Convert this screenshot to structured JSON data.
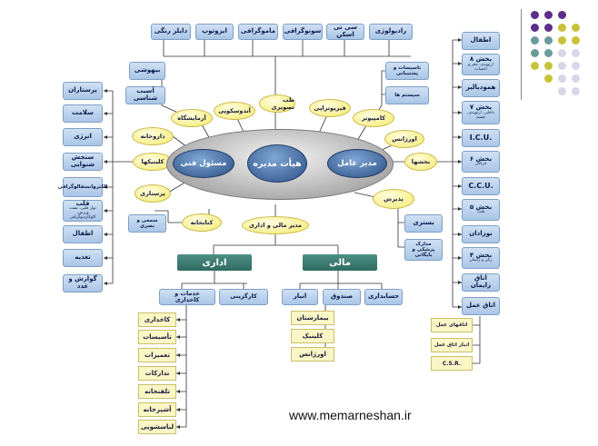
{
  "center": {
    "board": "هیأت مدیره",
    "technical": "مسئول فنی",
    "ceo": "مدیر عامل"
  },
  "top_row": [
    "دایلز رنگی",
    "ایزوتوپ",
    "ماموگرافی",
    "سونوگرافی",
    "سی تی اسکن",
    "رادیولوژی"
  ],
  "upper_ellipses": {
    "medical_imaging": "طب تصویری",
    "physio": "فیزیوتراپی",
    "endoscopy": "آندوسکوپی",
    "computer": "کامپیوتر",
    "lab": "آزمایشگاه",
    "pharmacy": "داروخانه",
    "clinics": "کلینیکها",
    "nursing": "پرستاری",
    "wards": "بخشها",
    "orgs": "اورژانس",
    "admission": "پذیرش",
    "library": "کتابخانه"
  },
  "tech_left": [
    "بیهوشی",
    "آسیب شناسی"
  ],
  "ceo_right": [
    "تاسیسات و پشتیبانی",
    "سیستم ها"
  ],
  "admission_children": [
    "بستری",
    "مدارک پزشکی و بایگانی"
  ],
  "library_children": [
    "سمعی و بصری"
  ],
  "far_left": [
    "پرستاران",
    "سلامت",
    "انرژی",
    "سنجش شنوایی",
    "الکتروانسفالوگرافی",
    "قلب",
    "اطفال",
    "تغذیه",
    "گوارش و غدد"
  ],
  "far_left_sub": "نوار قلبی، تست ورزش، اکوکاردیوگرافی",
  "wards": [
    {
      "title": "اطفال",
      "sub": ""
    },
    {
      "title": "بخش ۸",
      "sub": "ارتوپدی، مغز و اعصاب"
    },
    {
      "title": "هموديالیز",
      "sub": ""
    },
    {
      "title": "بخش ۷",
      "sub": "داخلی، ارتوپدی، چشم"
    },
    {
      "title": "I.C.U.",
      "sub": ""
    },
    {
      "title": "بخش ۶",
      "sub": "جراحی"
    },
    {
      "title": "C.C.U.",
      "sub": ""
    },
    {
      "title": "بخش ۵",
      "sub": "قلب"
    },
    {
      "title": "نوزادان",
      "sub": ""
    },
    {
      "title": "بخش ۴",
      "sub": "زنان و زایمان"
    },
    {
      "title": "اتاق زایمان",
      "sub": ""
    },
    {
      "title": "اتاق عمل",
      "sub": ""
    }
  ],
  "or_children": [
    "اتاقهای عمل",
    "انبار اتاق عمل",
    "C.S.R."
  ],
  "finance_admin": "مدیر مالی و اداری",
  "admin": {
    "label": "اداری",
    "children": [
      "خدمات و کاخداری",
      "کارگزینی"
    ],
    "services": [
      "کاخداری",
      "تأسیسات",
      "تعمیرات",
      "تدارکات",
      "تلفنخانه",
      "آشپزخانه",
      "لباسشویی"
    ]
  },
  "finance": {
    "label": "مالی",
    "children": [
      "انبار",
      "صندوق",
      "حسابداری"
    ],
    "cash": [
      "بیمارستان",
      "کلینیک",
      "اورژانس"
    ]
  },
  "url": "www.memarneshan.ir",
  "colors": {
    "box": "#a9c6e6",
    "ellipse": "#f5ea6a",
    "green": "#2f6b62",
    "yellow_box": "#fbf6c6"
  }
}
